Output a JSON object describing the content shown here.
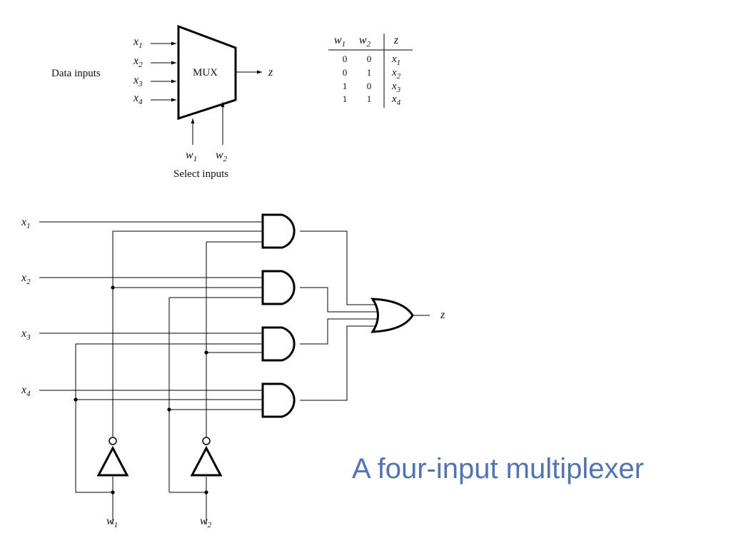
{
  "mux_block": {
    "data_inputs_label": "Data inputs",
    "select_inputs_label": "Select inputs",
    "block_label": "MUX",
    "output": {
      "var": "z",
      "sub": ""
    },
    "inputs": [
      {
        "var": "x",
        "sub": "1"
      },
      {
        "var": "x",
        "sub": "2"
      },
      {
        "var": "x",
        "sub": "3"
      },
      {
        "var": "x",
        "sub": "4"
      }
    ],
    "selects": [
      {
        "var": "w",
        "sub": "1"
      },
      {
        "var": "w",
        "sub": "2"
      }
    ]
  },
  "truth_table": {
    "headers": [
      {
        "var": "w",
        "sub": "1"
      },
      {
        "var": "w",
        "sub": "2"
      },
      {
        "var": "z",
        "sub": ""
      }
    ],
    "rows": [
      {
        "w1": "0",
        "w2": "0",
        "z": {
          "var": "x",
          "sub": "1"
        }
      },
      {
        "w1": "0",
        "w2": "1",
        "z": {
          "var": "x",
          "sub": "2"
        }
      },
      {
        "w1": "1",
        "w2": "0",
        "z": {
          "var": "x",
          "sub": "3"
        }
      },
      {
        "w1": "1",
        "w2": "1",
        "z": {
          "var": "x",
          "sub": "4"
        }
      }
    ]
  },
  "circuit": {
    "inputs": [
      {
        "var": "x",
        "sub": "1"
      },
      {
        "var": "x",
        "sub": "2"
      },
      {
        "var": "x",
        "sub": "3"
      },
      {
        "var": "x",
        "sub": "4"
      }
    ],
    "selects": [
      {
        "var": "w",
        "sub": "1"
      },
      {
        "var": "w",
        "sub": "2"
      }
    ],
    "output": {
      "var": "z",
      "sub": ""
    }
  },
  "caption": "A four-input multiplexer"
}
